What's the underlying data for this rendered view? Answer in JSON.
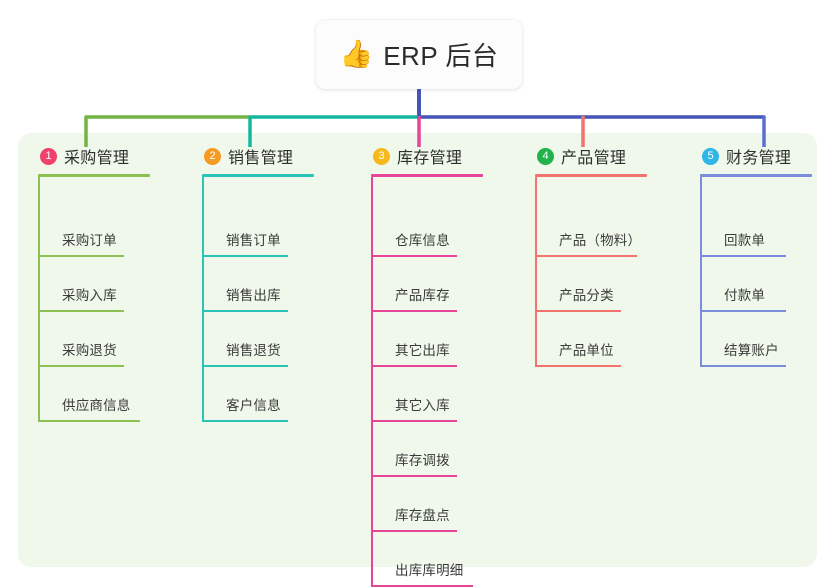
{
  "diagram": {
    "type": "tree-mindmap",
    "root": {
      "icon": "thumbs-up-icon",
      "emoji": "👍",
      "title": "ERP 后台"
    },
    "panel": {
      "background_color": "#eff8ea"
    },
    "trunk_color": "#4456b8",
    "branch_bar_colors": [
      "#72b544",
      "#14b8a0",
      "#4456b8"
    ],
    "columns": [
      {
        "number": "1",
        "title": "采购管理",
        "badge_color": "#f0426b",
        "line_color": "#8cc152",
        "items": [
          "采购订单",
          "采购入库",
          "采购退货",
          "供应商信息"
        ]
      },
      {
        "number": "2",
        "title": "销售管理",
        "badge_color": "#f59a23",
        "line_color": "#2bc4b4",
        "items": [
          "销售订单",
          "销售出库",
          "销售退货",
          "客户信息"
        ]
      },
      {
        "number": "3",
        "title": "库存管理",
        "badge_color": "#f5b91e",
        "line_color": "#e8449a",
        "items": [
          "仓库信息",
          "产品库存",
          "其它出库",
          "其它入库",
          "库存调拨",
          "库存盘点",
          "出库库明细"
        ]
      },
      {
        "number": "4",
        "title": "产品管理",
        "badge_color": "#22b24c",
        "line_color": "#f4736e",
        "items": [
          "产品（物料）",
          "产品分类",
          "产品单位"
        ]
      },
      {
        "number": "5",
        "title": "财务管理",
        "badge_color": "#2eb6e8",
        "line_color": "#7a8ddb",
        "items": [
          "回款单",
          "付款单",
          "结算账户"
        ]
      }
    ]
  }
}
